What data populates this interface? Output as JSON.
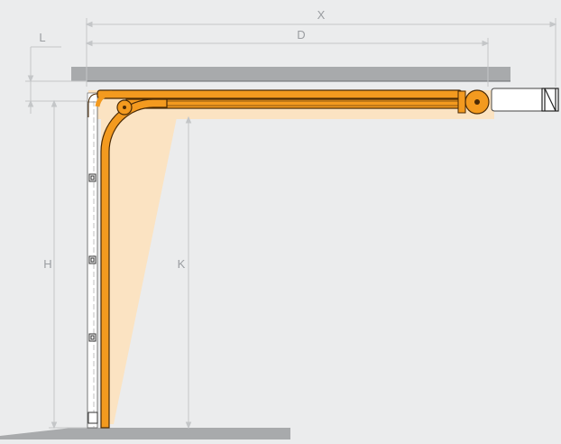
{
  "labels": {
    "x": "X",
    "d": "D",
    "l": "L",
    "h": "H",
    "k": "K"
  },
  "colors": {
    "background": "#ebeced",
    "ceiling": "#a8aaac",
    "floor": "#a8aaac",
    "track_fill": "#f39a1f",
    "track_outline": "#4a2a05",
    "door_glow": "#fbe3c2",
    "dimension_line": "#c4c6c8",
    "label": "#9a9da1",
    "door_panel": "#ffffff",
    "panel_outline": "#555555"
  }
}
